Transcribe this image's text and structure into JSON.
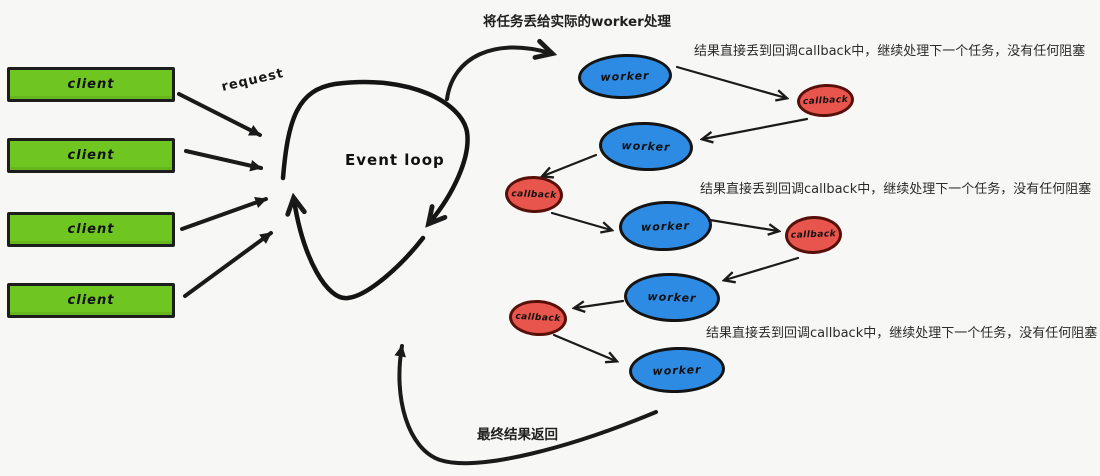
{
  "diagram": {
    "top_note": "将任务丢给实际的worker处理",
    "request_label": "request",
    "event_loop_label": "Event loop",
    "bottom_note": "最终结果返回",
    "clients": [
      "client",
      "client",
      "client",
      "client"
    ],
    "workers": [
      "worker",
      "worker",
      "worker",
      "worker",
      "worker"
    ],
    "callbacks": [
      "callback",
      "callback",
      "callback",
      "callback"
    ],
    "notes": [
      "结果直接丢到回调callback中，继续处理下一个任务，没有任何阻塞",
      "结果直接丢到回调callback中，继续处理下一个任务，没有任何阻塞",
      "结果直接丢到回调callback中，继续处理下一个任务，没有任何阻塞"
    ],
    "colors": {
      "client_fill": "#6fc620",
      "worker_fill": "#2e8be3",
      "callback_fill": "#e8554d",
      "ink": "#1a1a1a",
      "background": "#f7f7f5"
    }
  }
}
